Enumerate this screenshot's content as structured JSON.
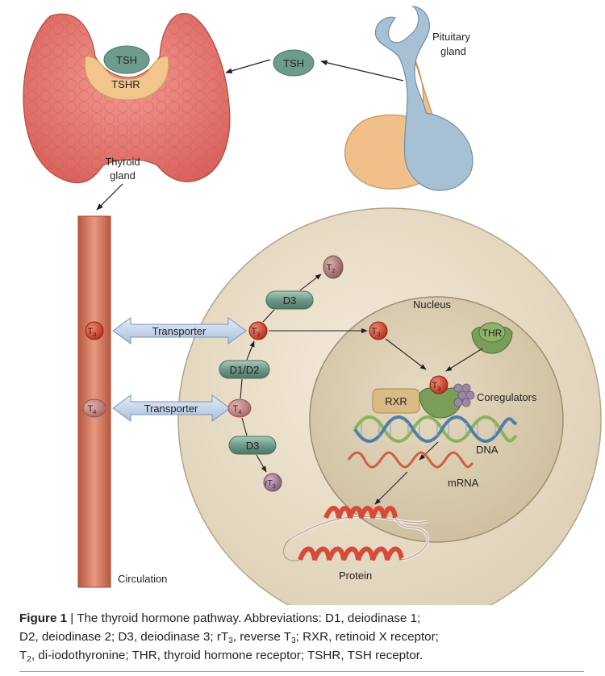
{
  "labels": {
    "tsh_receptor_top": "TSH",
    "tshr": "TSHR",
    "tsh_floating": "TSH",
    "pituitary": [
      "Pituitary",
      "gland"
    ],
    "thyroid": [
      "Thyroid",
      "gland"
    ],
    "circulation": "Circulation",
    "nucleus": "Nucleus",
    "transporter_top": "Transporter",
    "transporter_bottom": "Transporter",
    "d3_top": "D3",
    "d1d2": "D1/D2",
    "d3_bottom": "D3",
    "thr": "THR",
    "rxr": "RXR",
    "coregulators": "Coregulators",
    "dna": "DNA",
    "mrna": "mRNA",
    "protein": "Protein",
    "t3_blood": {
      "base": "T",
      "sub": "3"
    },
    "t4_blood": {
      "base": "T",
      "sub": "4"
    },
    "t3_cell": {
      "base": "T",
      "sub": "3"
    },
    "t4_cell": {
      "base": "T",
      "sub": "4"
    },
    "t2": {
      "base": "T",
      "sub": "2"
    },
    "rt3": {
      "base": "rT",
      "sub": "3"
    },
    "t3_nuc": {
      "base": "T",
      "sub": "3"
    },
    "t3_complex": {
      "base": "T",
      "sub": "3"
    }
  },
  "caption": {
    "figure_label": "Figure 1",
    "separator": " | ",
    "line1": "The thyroid hormone pathway. Abbreviations: D1, deiodinase 1;",
    "line2_a": "D2, deiodinase 2; D3, deiodinase 3; rT",
    "line2_sub1": "3",
    "line2_b": ", reverse T",
    "line2_sub2": "3",
    "line2_c": "; RXR, retinoid X receptor;",
    "line3_a": "T",
    "line3_sub": "2",
    "line3_b": ", di-iodothyronine; THR, thyroid hormone receptor; TSHR, TSH receptor."
  },
  "colors": {
    "thyroid": "#e2716d",
    "thyroid_dark": "#c85550",
    "tsh": "#6d9c8d",
    "tshr": "#f2c58c",
    "pituitary_orange": "#f1c08a",
    "pituitary_blue": "#a8c0d4",
    "vessel": "#d8735b",
    "cell": "#e8dcc8",
    "nucleus": "#dccfb4",
    "enzyme": "#7fa896",
    "t3": "#d9482f",
    "t4": "#c98b8a",
    "t2": "#b08484",
    "rt3": "#a27a90",
    "thr": "#7a9e5a",
    "rxr": "#d9bb86",
    "coregulator": "#9b87a6",
    "transporter": "#c3d4ea",
    "dna_green": "#8ab35c",
    "dna_blue": "#4f7fa6",
    "protein": "#d64b38"
  }
}
